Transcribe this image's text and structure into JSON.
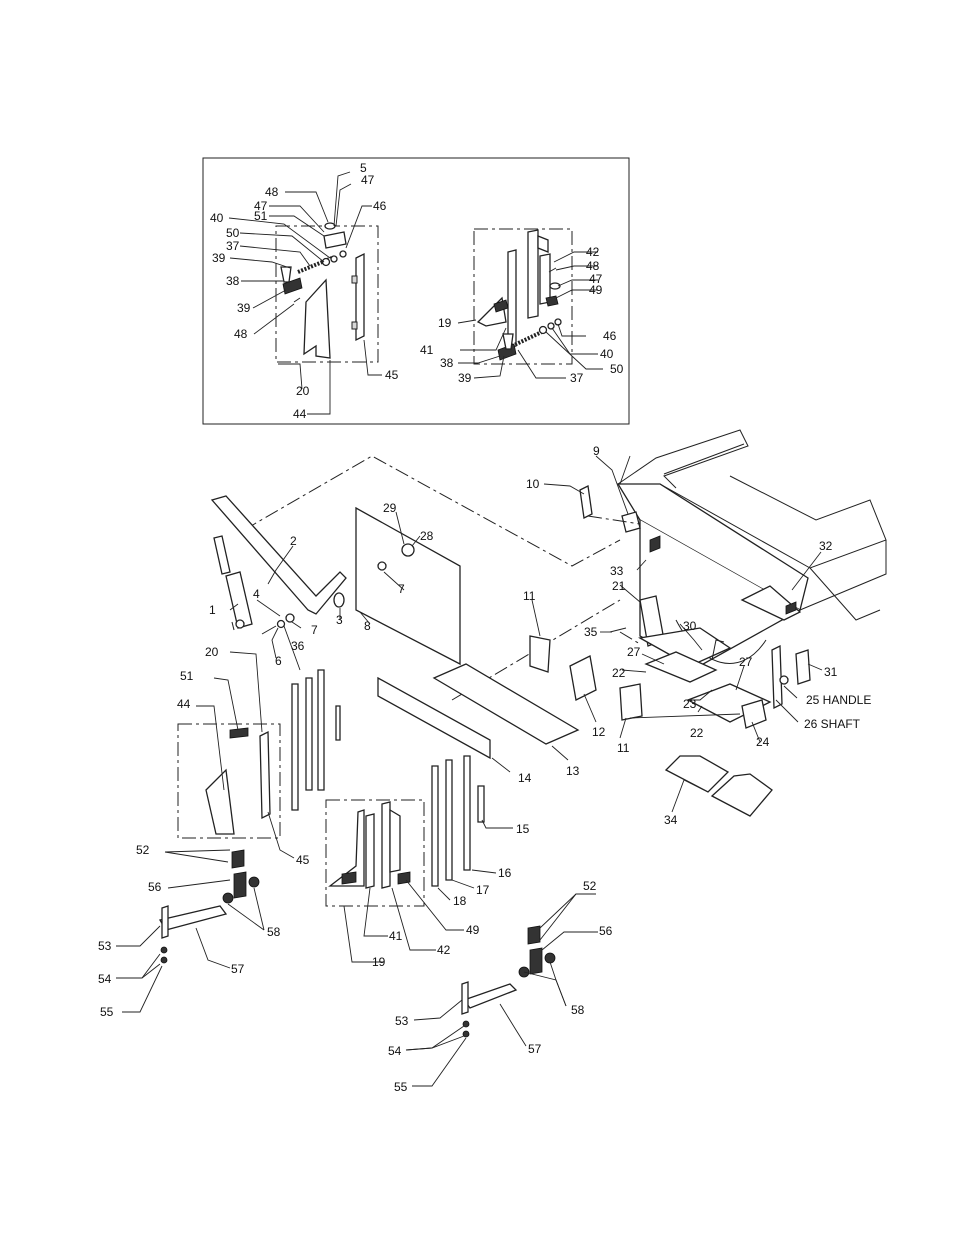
{
  "callouts": {
    "c1": "1",
    "c2": "2",
    "c3": "3",
    "c4": "4",
    "c5": "5",
    "c6": "6",
    "c7": "7",
    "c7b": "7",
    "c8": "8",
    "c9": "9",
    "c10": "10",
    "c11": "11",
    "c11b": "11",
    "c12": "12",
    "c13": "13",
    "c14": "14",
    "c15": "15",
    "c16": "16",
    "c17": "17",
    "c18": "18",
    "c19": "19",
    "c19b": "19",
    "c20": "20",
    "c20b": "20",
    "c21": "21",
    "c22": "22",
    "c22b": "22",
    "c23": "23",
    "c24": "24",
    "c25": "25 HANDLE",
    "c26": "26 SHAFT",
    "c27": "27",
    "c27b": "27",
    "c28": "28",
    "c29": "29",
    "c30": "30",
    "c31": "31",
    "c32": "32",
    "c33": "33",
    "c34": "34",
    "c35": "35",
    "c36": "36",
    "c37": "37",
    "c37b": "37",
    "c38": "38",
    "c38b": "38",
    "c39": "39",
    "c39b": "39",
    "c39c": "39",
    "c40": "40",
    "c40b": "40",
    "c41": "41",
    "c41b": "41",
    "c42": "42",
    "c42b": "42",
    "c44": "44",
    "c44b": "44",
    "c45": "45",
    "c45b": "45",
    "c46": "46",
    "c46b": "46",
    "c47": "47",
    "c47b": "47",
    "c47c": "47",
    "c48": "48",
    "c48b": "48",
    "c48c": "48",
    "c49": "49",
    "c49b": "49",
    "c50": "50",
    "c50b": "50",
    "c51": "51",
    "c51b": "51",
    "c52": "52",
    "c52b": "52",
    "c53": "53",
    "c53b": "53",
    "c54": "54",
    "c54b": "54",
    "c55": "55",
    "c55b": "55",
    "c56": "56",
    "c56b": "56",
    "c57": "57",
    "c57b": "57",
    "c58": "58",
    "c58b": "58"
  }
}
